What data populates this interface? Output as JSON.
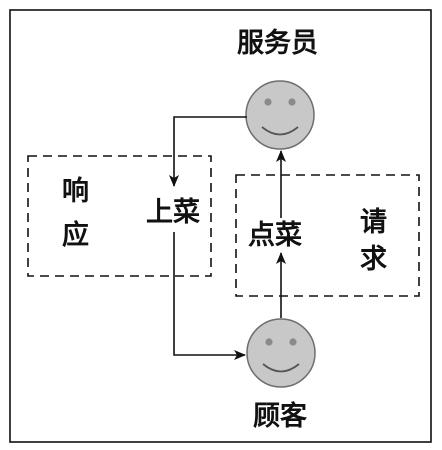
{
  "roles": {
    "waiter": "服务员",
    "customer": "顾客"
  },
  "boxes": {
    "response": {
      "label_line1": "响",
      "label_line2": "应",
      "action": "上菜"
    },
    "request": {
      "label_line1": "请",
      "label_line2": "求",
      "action": "点菜"
    }
  },
  "colors": {
    "face_fill": "#c8c8c8",
    "face_stroke": "#6e6e6e",
    "eye": "#8a8a8a",
    "line": "#111111"
  }
}
